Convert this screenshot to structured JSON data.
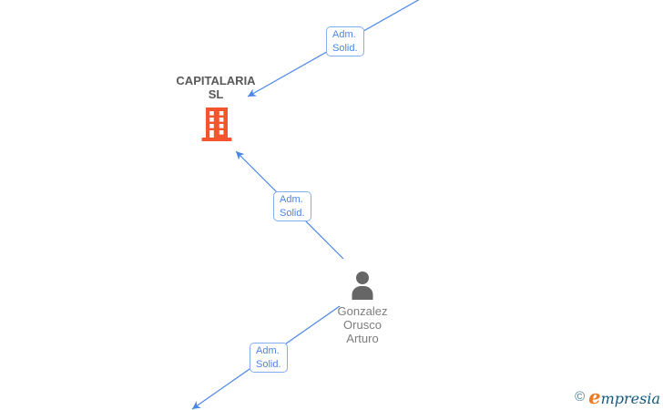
{
  "graph": {
    "nodes": {
      "company": {
        "type": "company",
        "label_lines": [
          "CAPITALARIA",
          "SL"
        ],
        "icon": "building-icon",
        "icon_color": "#f4552d",
        "label_color": "#595959"
      },
      "person": {
        "type": "person",
        "label_lines": [
          "Gonzalez",
          "Orusco",
          "Arturo"
        ],
        "icon": "person-icon",
        "icon_color": "#666666",
        "label_color": "#7d7d7d"
      }
    },
    "edges": [
      {
        "label_lines": [
          "Adm.",
          "Solid."
        ]
      },
      {
        "label_lines": [
          "Adm.",
          "Solid."
        ]
      },
      {
        "label_lines": [
          "Adm.",
          "Solid."
        ]
      }
    ],
    "colors": {
      "edge": "#4a86e8",
      "edge_label_text": "#4a86e8",
      "edge_label_border": "#85aef2",
      "background": "#ffffff"
    }
  },
  "watermark": {
    "copyright_symbol": "©",
    "brand_initial": "e",
    "brand_rest": "mpresia",
    "copyright_color": "#4b7d92",
    "brand_initial_color": "#ee7b22",
    "brand_rest_color": "#14587e"
  }
}
